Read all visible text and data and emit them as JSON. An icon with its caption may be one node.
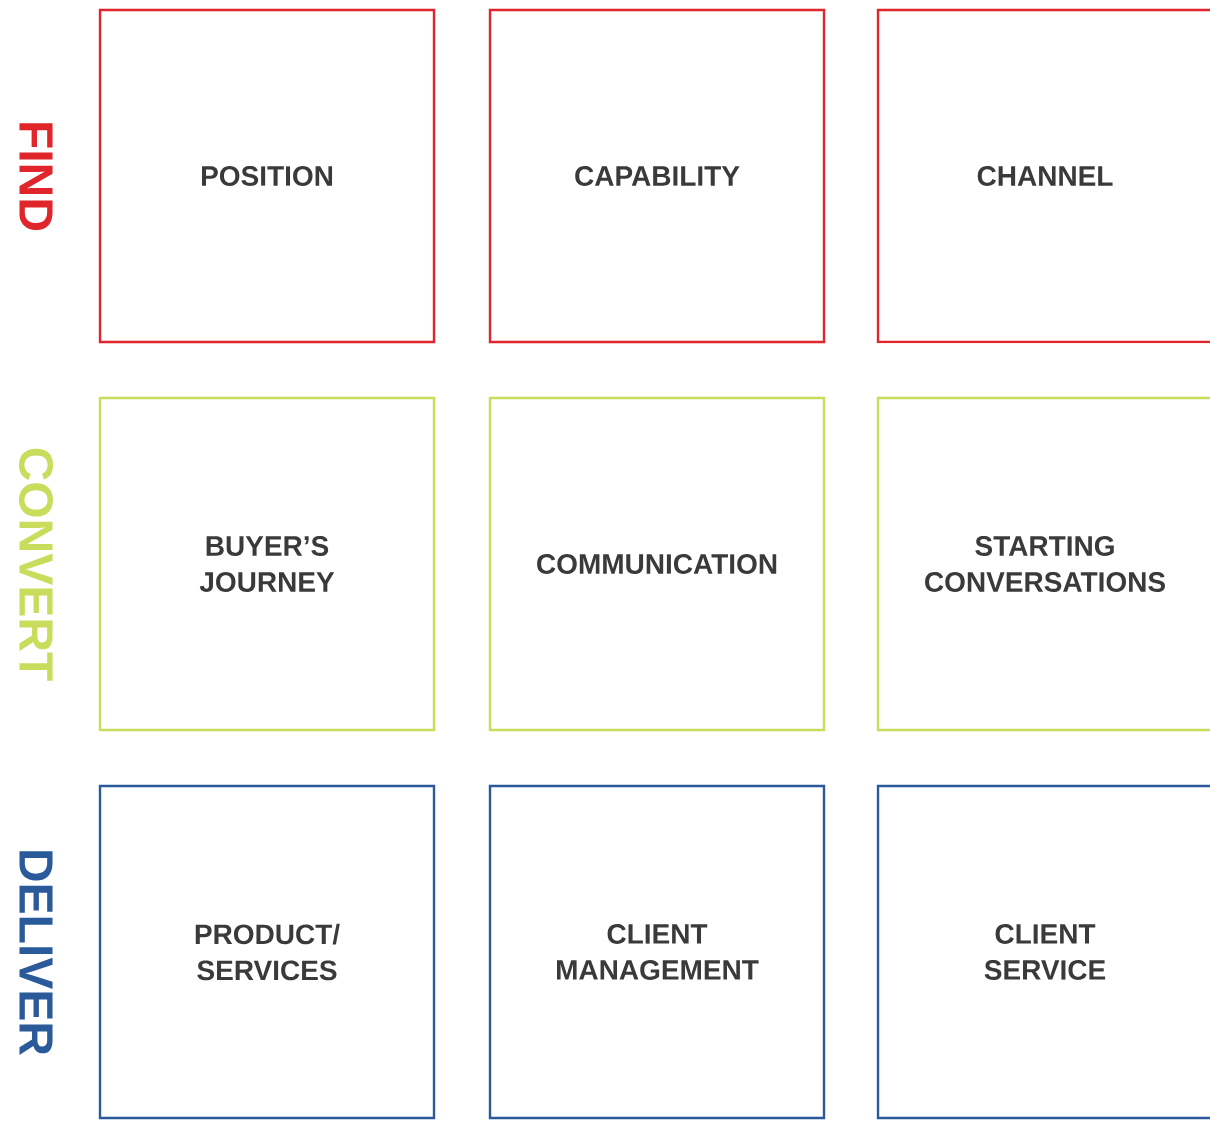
{
  "diagram": {
    "nodes": [
      {
        "text": [
          "POSITION"
        ]
      },
      {
        "text": [
          "CAPABILITY"
        ]
      },
      {
        "text": [
          "CHANNEL"
        ]
      },
      {
        "text": [
          "BUYER’S JOURNEY"
        ]
      },
      {
        "text": [
          "COMMUNICATION"
        ]
      },
      {
        "text": [
          "STARTING CONVERSATIONS"
        ]
      },
      {
        "text": [
          "PRODUCT/ SERVICES"
        ]
      },
      {
        "text": [
          "CLIENT MANAGEMENT"
        ]
      },
      {
        "text": [
          "CLIENT SERVICE"
        ]
      }
    ],
    "labels": [
      "FIND",
      "CONVERT",
      "DELIVER"
    ]
  }
}
